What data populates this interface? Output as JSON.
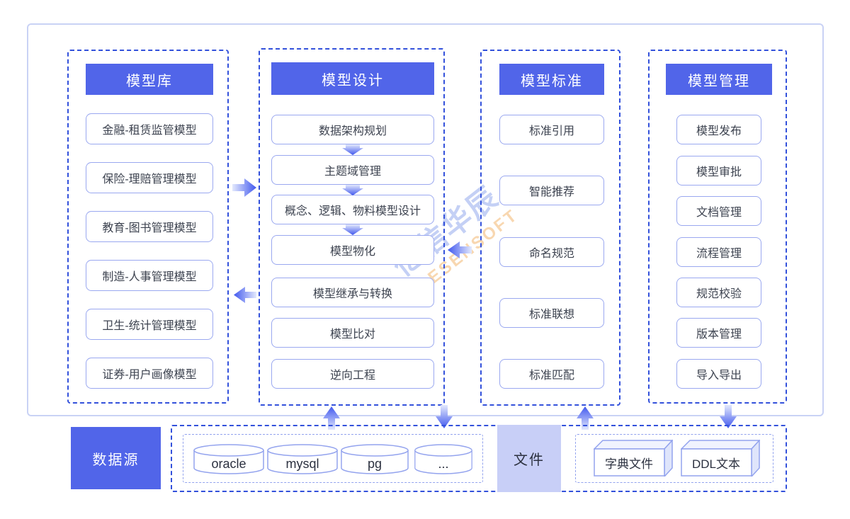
{
  "watermark": {
    "line1": "亿信华辰",
    "line2": "ESENSOFT"
  },
  "columns": [
    {
      "title": "模型库",
      "items": [
        "金融-租赁监管模型",
        "保险-理赔管理模型",
        "教育-图书管理模型",
        "制造-人事管理模型",
        "卫生-统计管理模型",
        "证券-用户画像模型"
      ]
    },
    {
      "title": "模型设计",
      "items": [
        "数据架构规划",
        "主题域管理",
        "概念、逻辑、物料模型设计",
        "模型物化",
        "模型继承与转换",
        "模型比对",
        "逆向工程"
      ]
    },
    {
      "title": "模型标准",
      "items": [
        "标准引用",
        "智能推荐",
        "命名规范",
        "标准联想",
        "标准匹配"
      ]
    },
    {
      "title": "模型管理",
      "items": [
        "模型发布",
        "模型审批",
        "文档管理",
        "流程管理",
        "规范校验",
        "版本管理",
        "导入导出"
      ]
    }
  ],
  "bottom": {
    "datasource_label": "数据源",
    "databases": [
      "oracle",
      "mysql",
      "pg",
      "..."
    ],
    "file_label": "文件",
    "file_items": [
      "字典文件",
      "DDL文本"
    ]
  },
  "colors": {
    "primary_blue": "#5165e9",
    "dash_blue": "#3351db",
    "item_border": "#9aa8f0",
    "file_fill": "#c8cff7",
    "arrow_dark": "#4158ee",
    "arrow_light": "#e3e9fd"
  }
}
